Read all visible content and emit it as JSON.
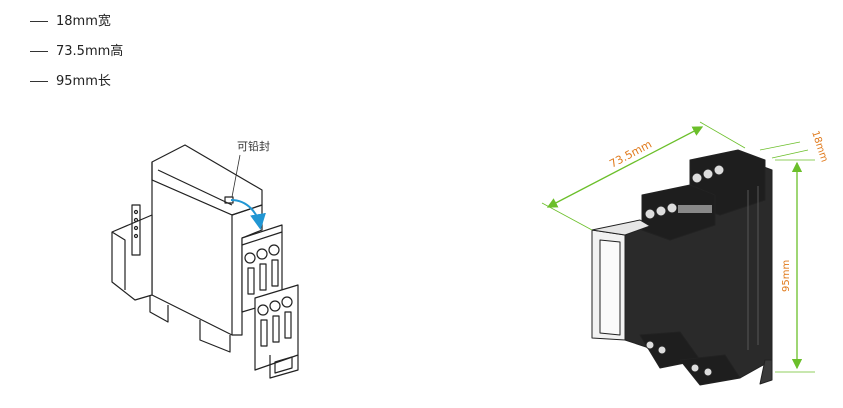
{
  "specs": [
    {
      "text": "18mm宽"
    },
    {
      "text": "73.5mm高"
    },
    {
      "text": "95mm长"
    }
  ],
  "left_figure": {
    "annotation": "可铅封",
    "annotation_color": "#333333",
    "arrow_color": "#2196d3"
  },
  "right_figure": {
    "dim_length": "73.5mm",
    "dim_width": "18mm",
    "dim_height": "95mm",
    "label_color": "#e07a1c",
    "dim_line_color": "#6bbf2a"
  }
}
